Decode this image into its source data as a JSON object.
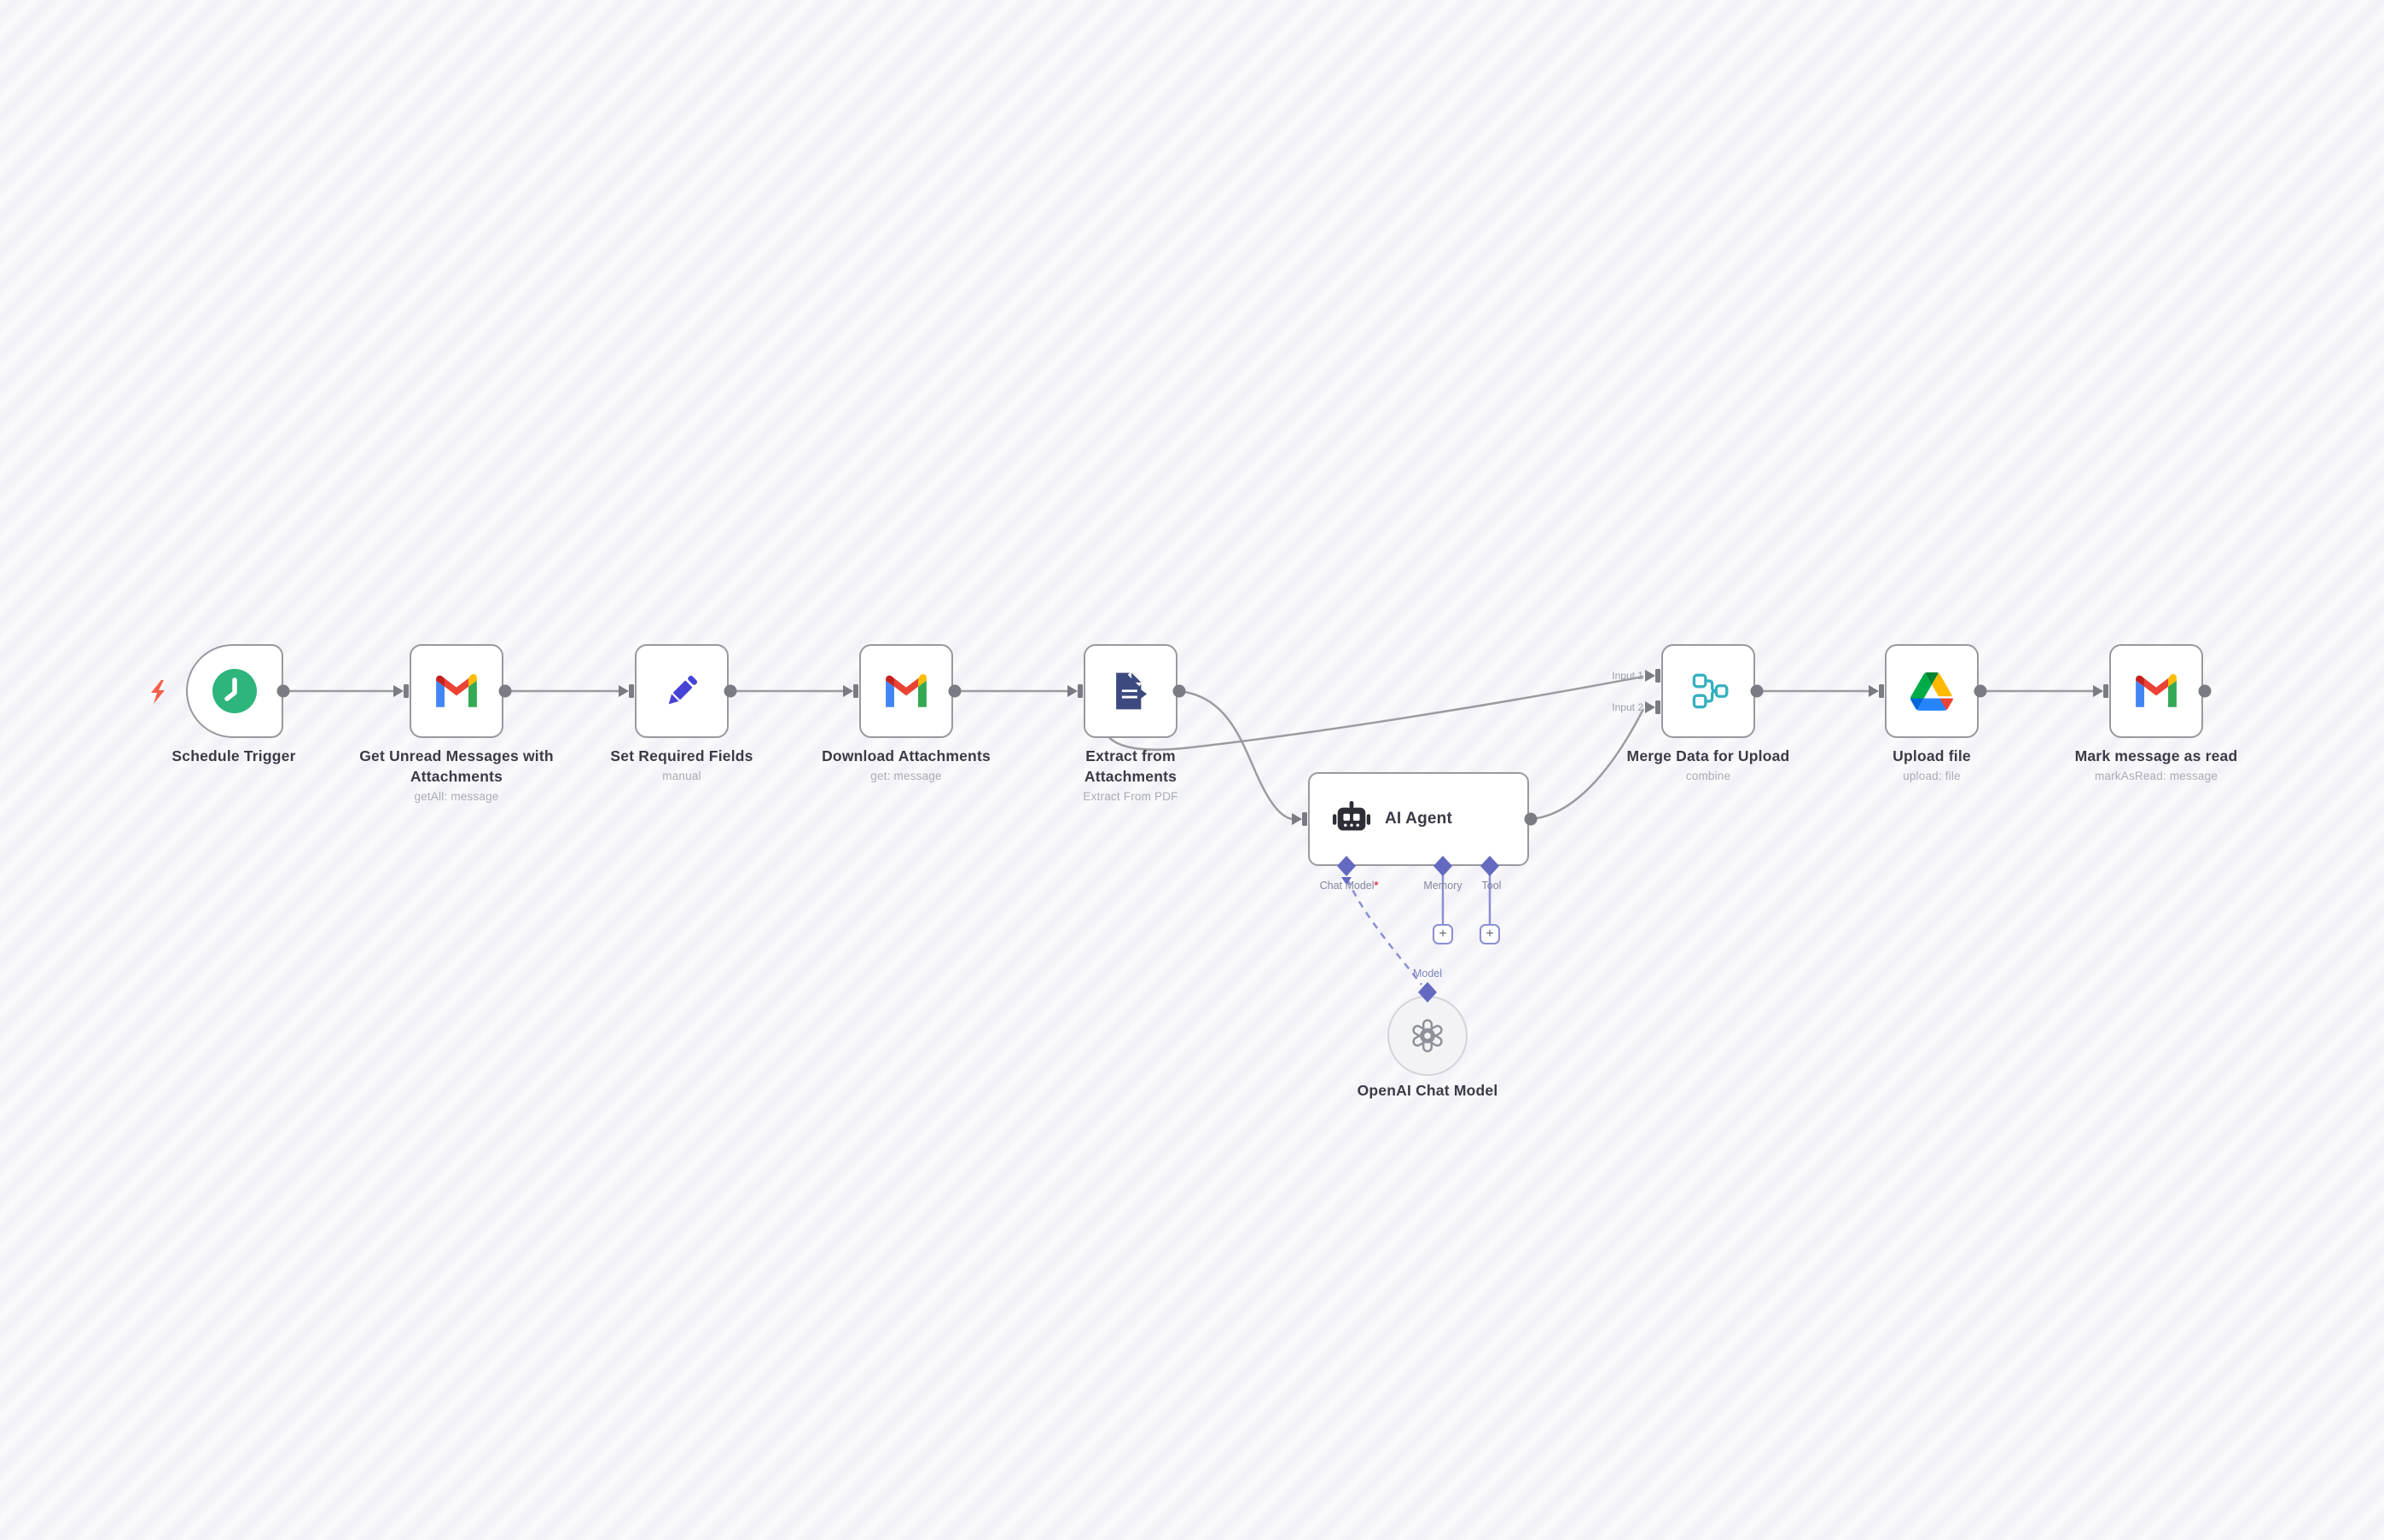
{
  "app": "n8n-workflow-canvas",
  "ui": {
    "plus": "+"
  },
  "colors": {
    "canvas_stripe_light": "#fbfbfd",
    "canvas_stripe_dark": "#f0f0f6",
    "node_border": "#98999f",
    "connection_gray": "#9b9ba1",
    "endpoint_gray": "#7b7b83",
    "ai_port_purple": "#6469c1",
    "ai_line_purple": "#8b8ed2",
    "trigger_bolt_red": "#f4604c",
    "schedule_green": "#2db57c",
    "set_pencil_blue": "#4543d6",
    "extract_navy": "#3c4a80",
    "merge_teal": "#35b0bf",
    "openai_gray": "#8f9198",
    "gmail_red": "#EA4335",
    "gmail_blue": "#4285F4",
    "gmail_green": "#34A853",
    "gmail_yellow": "#FBBC04",
    "gmail_darkred": "#C5221F",
    "drive_blue": "#2684FC",
    "drive_green": "#00AC47",
    "drive_yellow": "#FFBA00",
    "required_red": "#e0403f"
  },
  "nodes": {
    "schedule": {
      "label": "Schedule Trigger",
      "subtitle": "",
      "icon": "clock-icon"
    },
    "get_unread": {
      "label": "Get Unread Messages with Attachments",
      "subtitle": "getAll: message",
      "icon": "gmail-icon"
    },
    "set_fields": {
      "label": "Set Required Fields",
      "subtitle": "manual",
      "icon": "pencil-icon"
    },
    "download": {
      "label": "Download Attachments",
      "subtitle": "get: message",
      "icon": "gmail-icon"
    },
    "extract": {
      "label": "Extract from Attachments",
      "subtitle": "Extract From PDF",
      "icon": "file-export-icon"
    },
    "ai_agent": {
      "label": "AI Agent",
      "icon": "robot-icon",
      "required_mark": "*",
      "ports": {
        "chat_model": "Chat Model",
        "memory": "Memory",
        "tool": "Tool"
      }
    },
    "openai": {
      "label": "OpenAI Chat Model",
      "port": "Model",
      "icon": "openai-icon"
    },
    "merge": {
      "label": "Merge Data for Upload",
      "subtitle": "combine",
      "icon": "merge-icon",
      "inputs": {
        "input1": "Input 1",
        "input2": "Input 2"
      }
    },
    "upload": {
      "label": "Upload file",
      "subtitle": "upload: file",
      "icon": "google-drive-icon"
    },
    "mark_read": {
      "label": "Mark message as read",
      "subtitle": "markAsRead: message",
      "icon": "gmail-icon"
    }
  }
}
